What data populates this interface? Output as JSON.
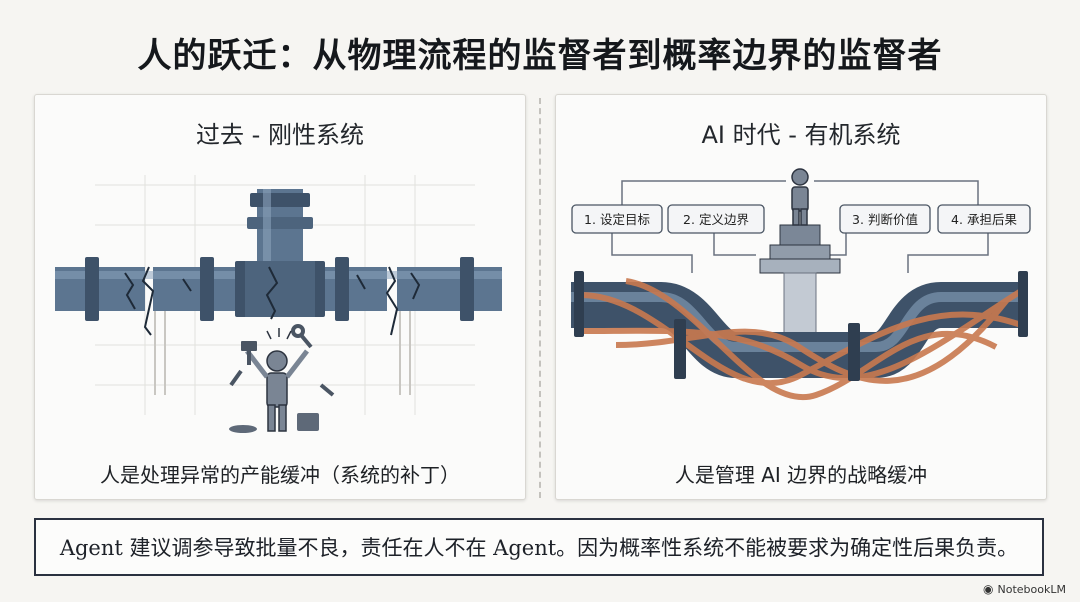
{
  "title": "人的跃迁：从物理流程的监督者到概率边界的监督者",
  "left_panel": {
    "title": "过去 - 刚性系统",
    "caption": "人是处理异常的产能缓冲（系统的补丁）"
  },
  "right_panel": {
    "title": "AI 时代 - 有机系统",
    "caption": "人是管理 AI 边界的战略缓冲",
    "steps": [
      "1. 设定目标",
      "2. 定义边界",
      "3. 判断价值",
      "4. 承担后果"
    ]
  },
  "conclusion": "Agent 建议调参导致批量不良，责任在人不在 Agent。因为概率性系统不能被要求为确定性后果负责。",
  "brand": "NotebookLM",
  "colors": {
    "pipe": "#5c7590",
    "pipe_dark": "#3e5269",
    "copper": "#c9794f",
    "person": "#7a8594"
  }
}
